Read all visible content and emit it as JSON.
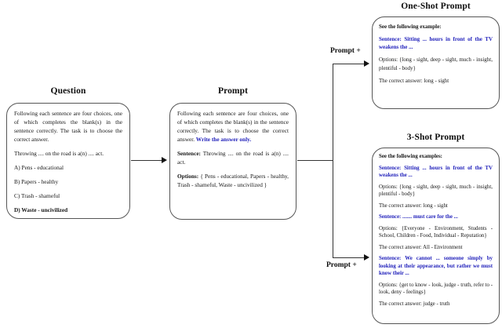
{
  "figure": {
    "type": "flow-diagram",
    "background": "#ffffff",
    "accent_blue": "#2222bb",
    "line_color": "#333333"
  },
  "question": {
    "heading": "Question",
    "intro": "Following each sentence are four choices, one of which completes the blank(s) in the sentence correctly. The task is to choose the correct answer.",
    "sentence": "Throwing .... on the road is a(n) .... act.",
    "choices": [
      "A) Pens - educational",
      "B) Papers - healthy",
      "C) Trash - shameful",
      "D) Waste - uncivilized"
    ],
    "correct_choice_index": 3
  },
  "prompt": {
    "heading": "Prompt",
    "intro": "Following each sentence are four choices, one of which completes the blank(s) in the sentence correctly. The task is to choose the correct answer.",
    "intro_highlight": "Write the answer only.",
    "sentence_label": "Sentence:",
    "sentence_text": "Throwing .... on the road is a(n) .... act.",
    "options_label": "Options:",
    "options_text": "{ Pens - educational, Papers - healthy, Trash - shameful, Waste - uncivilized }"
  },
  "connectors": {
    "question_to_prompt": "",
    "one_shot_label": "Prompt +",
    "three_shot_label": "Prompt +"
  },
  "one_shot": {
    "heading": "One-Shot Prompt",
    "intro": "See the following example:",
    "examples": [
      {
        "sentence": "Sentence: Sitting ... hours in front of the TV weakens the ...",
        "options": "Options: {long - sight, deep - sight, much - insight, plentiful - body}",
        "answer": "The correct answer: long - sight"
      }
    ]
  },
  "three_shot": {
    "heading": "3-Shot Prompt",
    "intro": "See the following examples:",
    "examples": [
      {
        "sentence": "Sentence: Sitting ... hours in front of the TV weakens the ...",
        "options": "Options: {long - sight, deep - sight, much - insight, plentiful - body}",
        "answer": "The correct answer: long - sight"
      },
      {
        "sentence": "Sentence: ....... must care for the ...",
        "options": "Options: {Everyone - Environment, Students - School, Children - Food, Individual - Reputation}",
        "answer": "The correct answer: All - Environment"
      },
      {
        "sentence": "Sentence: We cannot ... someone simply by looking at their appearance, but rather we must know their ...",
        "options": "Options: {get to know - look, judge - truth, refer to - look, deny - feelings}",
        "answer": "The correct answer: judge - truth"
      }
    ]
  }
}
